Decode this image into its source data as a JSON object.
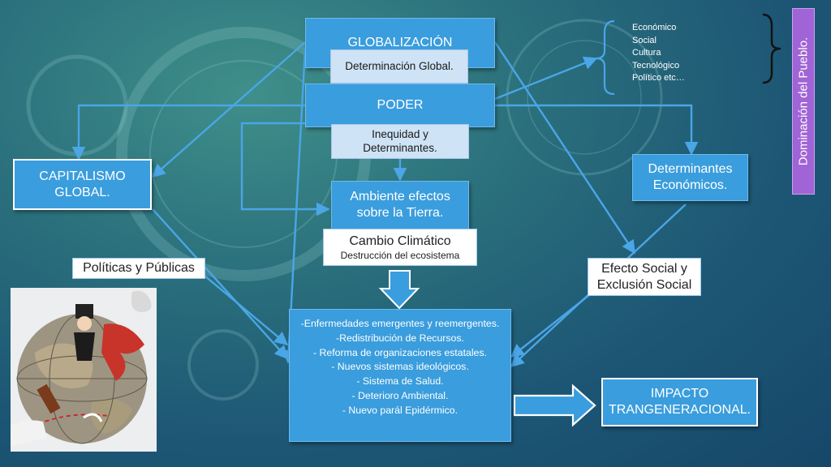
{
  "slide": {
    "globalizacion": "GLOBALIZACIÓN",
    "determinacion_global": "Determinación Global.",
    "poder": "PODER",
    "inequidad": "Inequidad y Determinantes.",
    "capitalismo": "CAPITALISMO GLOBAL.",
    "ambiente": "Ambiente efectos sobre la Tierra.",
    "cambio_climatico": "Cambio Climático",
    "destruccion": "Destrucción del ecosistema",
    "politicas": "Políticas y Públicas",
    "determinantes_economicos": "Determinantes Económicos.",
    "efecto_social": "Efecto Social y Exclusión Social",
    "impacto": "IMPACTO TRANGENERACIONAL.",
    "dominacion": "Dominación del Pueblo.",
    "aspects": [
      "Económico",
      "Social",
      "Cultura",
      "Tecnológico",
      "Político etc…"
    ],
    "effects": [
      "-Enfermedades emergentes y reemergentes.",
      "-Redistribución de Recursos.",
      "-      Reforma de organizaciones estatales.",
      "-      Nuevos sistemas ideológicos.",
      "-      Sistema de Salud.",
      "-      Deterioro Ambiental.",
      "-      Nuevo parál Epidérmico."
    ]
  },
  "colors": {
    "box_blue": "#3a9ddd",
    "arrow_blue": "#4aa6e6",
    "vertical_label": "#a064d6"
  }
}
